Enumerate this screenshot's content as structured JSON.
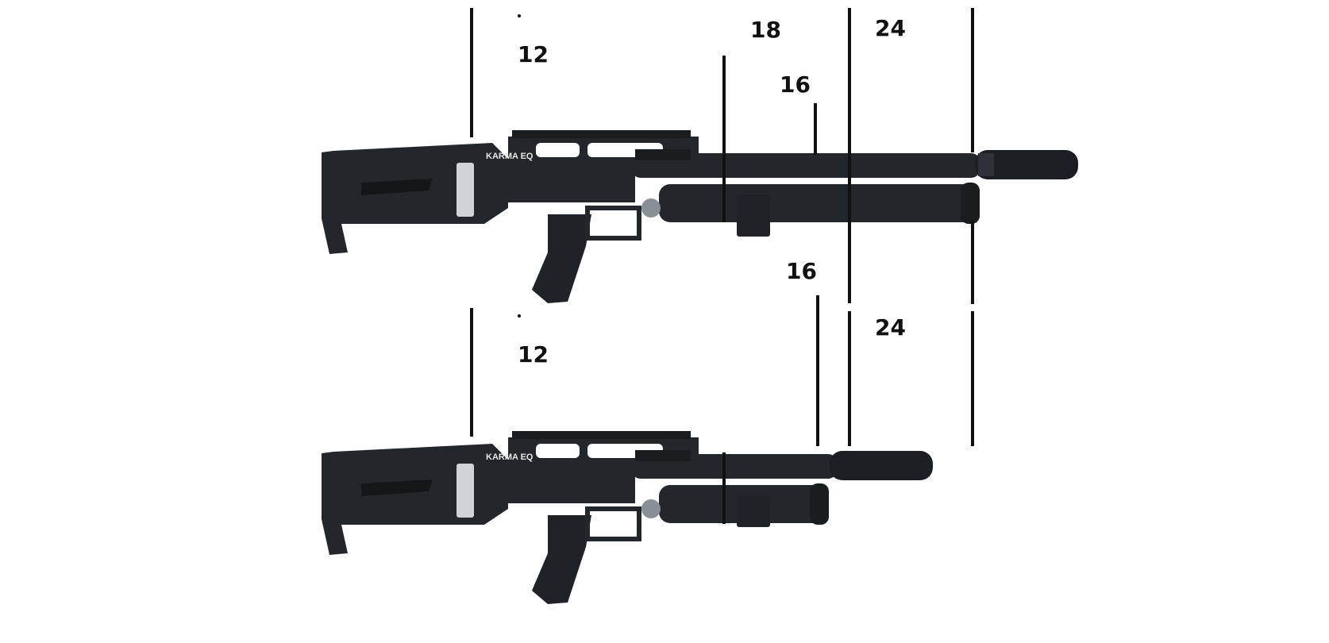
{
  "top": {
    "brand": "KARMA EQ",
    "labels": {
      "a": "12",
      "b": "18",
      "c": "16",
      "d": "24"
    }
  },
  "bottom": {
    "brand": "KARMA EQ",
    "labels": {
      "a": "12",
      "c": "16",
      "d": "24"
    }
  },
  "colors": {
    "rifle": "#23272c",
    "rifle_dark": "#14171a",
    "rifle_light": "#3a3f45",
    "line": "#111111"
  }
}
